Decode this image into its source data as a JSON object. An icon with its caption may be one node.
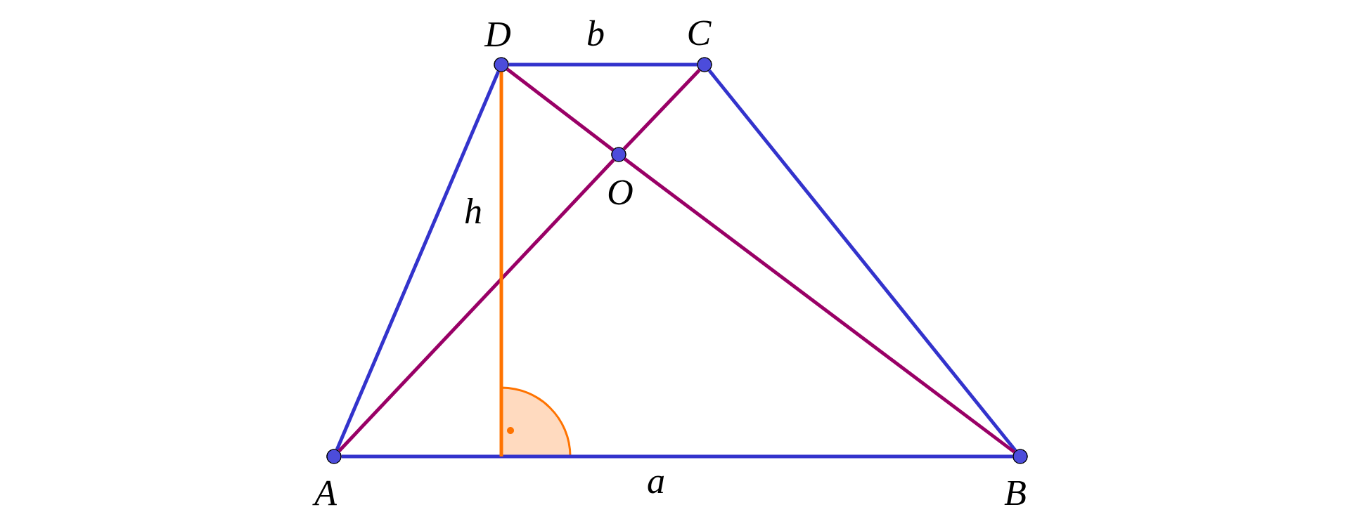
{
  "diagram": {
    "nodes": [
      {
        "text": [],
        "shape": "circle",
        "beside": [
          "A"
        ]
      },
      {
        "text": [],
        "shape": "circle",
        "beside": [
          "B"
        ]
      },
      {
        "text": [],
        "shape": "circle",
        "beside": [
          "C"
        ]
      },
      {
        "text": [],
        "shape": "circle",
        "beside": [
          "D"
        ]
      },
      {
        "text": [],
        "shape": "circle",
        "beside": [
          "O"
        ]
      }
    ],
    "edges": [
      {
        "from": 0,
        "to": 1,
        "arrow": "none",
        "label": "a"
      },
      {
        "from": 1,
        "to": 2,
        "arrow": "none"
      },
      {
        "from": 2,
        "to": 3,
        "arrow": "none",
        "label": "b"
      },
      {
        "from": 3,
        "to": 0,
        "arrow": "none"
      },
      {
        "from": 0,
        "to": 4,
        "arrow": "none",
        "color": "#990066"
      },
      {
        "from": 4,
        "to": 2,
        "arrow": "none",
        "color": "#990066"
      },
      {
        "from": 3,
        "to": 4,
        "arrow": "none",
        "color": "#990066"
      },
      {
        "from": 4,
        "to": 1,
        "arrow": "none",
        "color": "#990066"
      }
    ],
    "labels": [
      "h"
    ]
  }
}
